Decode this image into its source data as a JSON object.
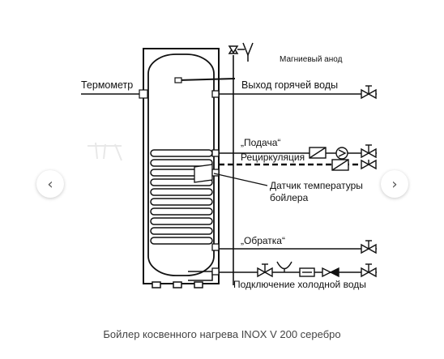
{
  "diagram": {
    "labels": {
      "anode": "Магниевый анод",
      "thermometer": "Термометр",
      "hot_water_out": "Выход горячей воды",
      "supply": "„Подача“",
      "recirculation": "Рециркуляция",
      "sensor_line1": "Датчик температуры",
      "sensor_line2": "бойлера",
      "return": "„Обратка“",
      "cold_water_in": "Подключение холодной воды"
    }
  },
  "gallery": {
    "prev_icon": "chevron-left-icon",
    "prev_glyph": "‹",
    "next_icon": "chevron-right-icon",
    "next_glyph": "›",
    "caption": "Бойлер косвенного нагрева INOX V 200 серебро"
  }
}
